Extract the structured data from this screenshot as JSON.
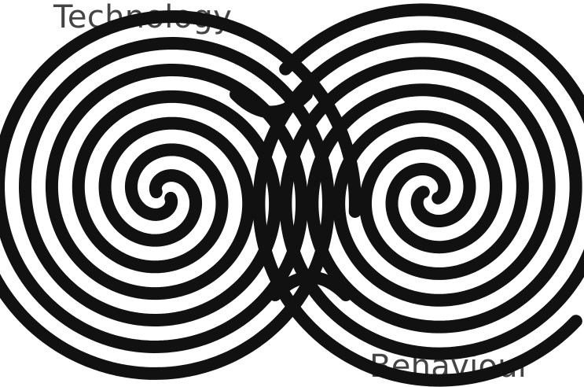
{
  "labels": {
    "top": "Technology",
    "bottom": "Behaviour"
  },
  "figure": {
    "name": "double-spiral",
    "stroke_color": "#111111",
    "background_color": "#ffffff",
    "spiral_count": 2
  }
}
